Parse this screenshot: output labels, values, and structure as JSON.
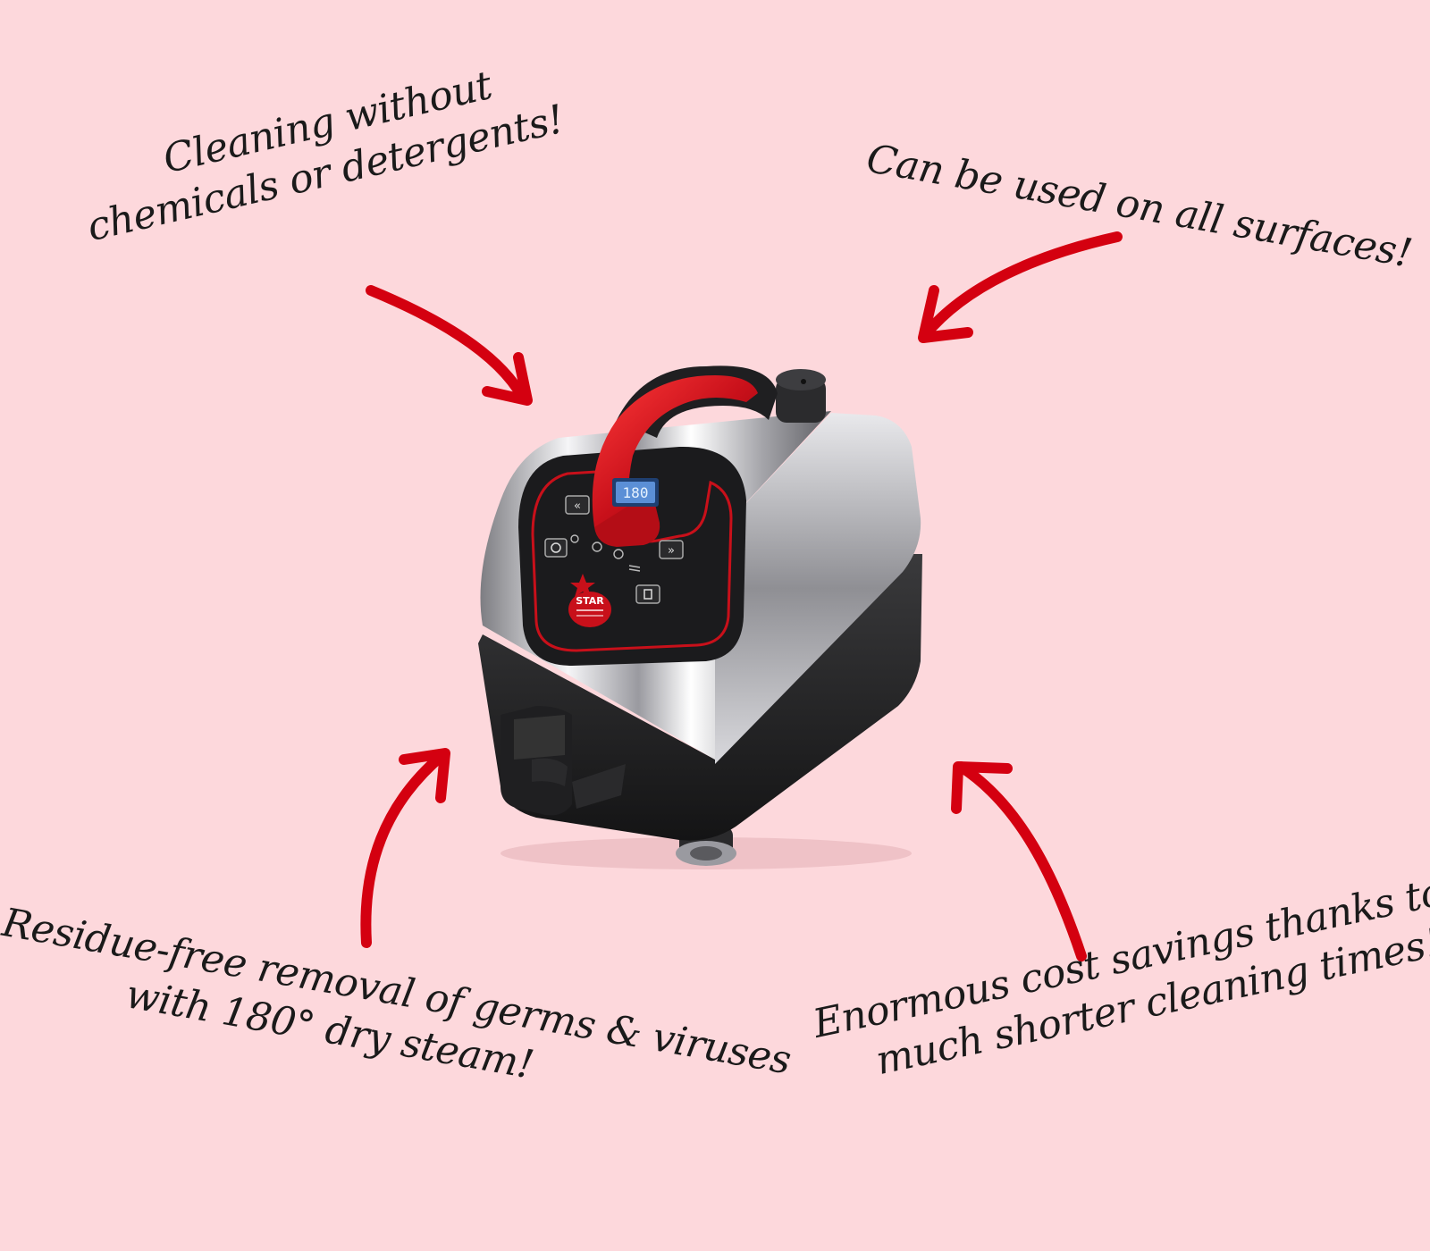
{
  "callouts": {
    "top_left": {
      "line1": "Cleaning without",
      "line2": "chemicals or detergents!"
    },
    "top_right": {
      "line1": "Can be used on all surfaces!"
    },
    "bottom_left": {
      "line1": "Residue-free removal of germs & viruses",
      "line2": "with 180° dry steam!"
    },
    "bottom_right": {
      "line1": "Enormous cost savings thanks to",
      "line2": "much shorter cleaning times!"
    }
  },
  "product": {
    "display_readout": "180",
    "brand_badge": "STAR"
  },
  "colors": {
    "background": "#FDD8DC",
    "arrow": "#D40010",
    "handle": "#C8101A",
    "panel": "#1B1B1D",
    "body_steel": "#BFBFC4"
  }
}
